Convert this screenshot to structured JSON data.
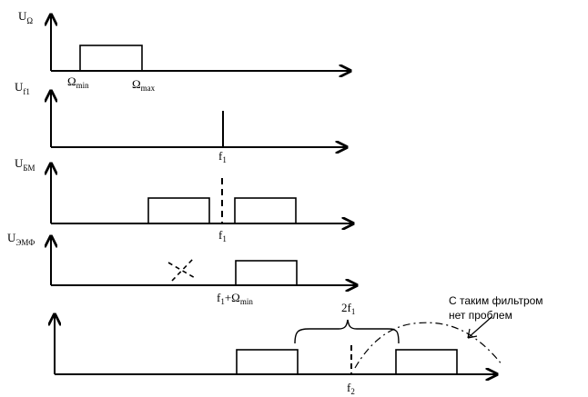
{
  "panels": [
    {
      "y_label": "U",
      "y_sub": "Ω"
    },
    {
      "y_label": "U",
      "y_sub": "f1"
    },
    {
      "y_label": "U",
      "y_sub": "БМ"
    },
    {
      "y_label": "U",
      "y_sub": "ЭМФ"
    },
    {
      "y_label": "",
      "y_sub": ""
    }
  ],
  "ticks": {
    "omega_min": {
      "main": "Ω",
      "sub": "min"
    },
    "omega_max": {
      "main": "Ω",
      "sub": "max"
    },
    "f1_a": {
      "main": "f",
      "sub": "1"
    },
    "f1_b": {
      "main": "f",
      "sub": "1"
    },
    "f1_plus": {
      "main": "f",
      "sub1": "1",
      "mid": "+Ω",
      "sub2": "min"
    },
    "f2": {
      "main": "f",
      "sub": "2"
    },
    "two_f1": {
      "main": "2f",
      "sub": "1"
    }
  },
  "note": {
    "line1": "С таким фильтром",
    "line2": "нет проблем"
  }
}
